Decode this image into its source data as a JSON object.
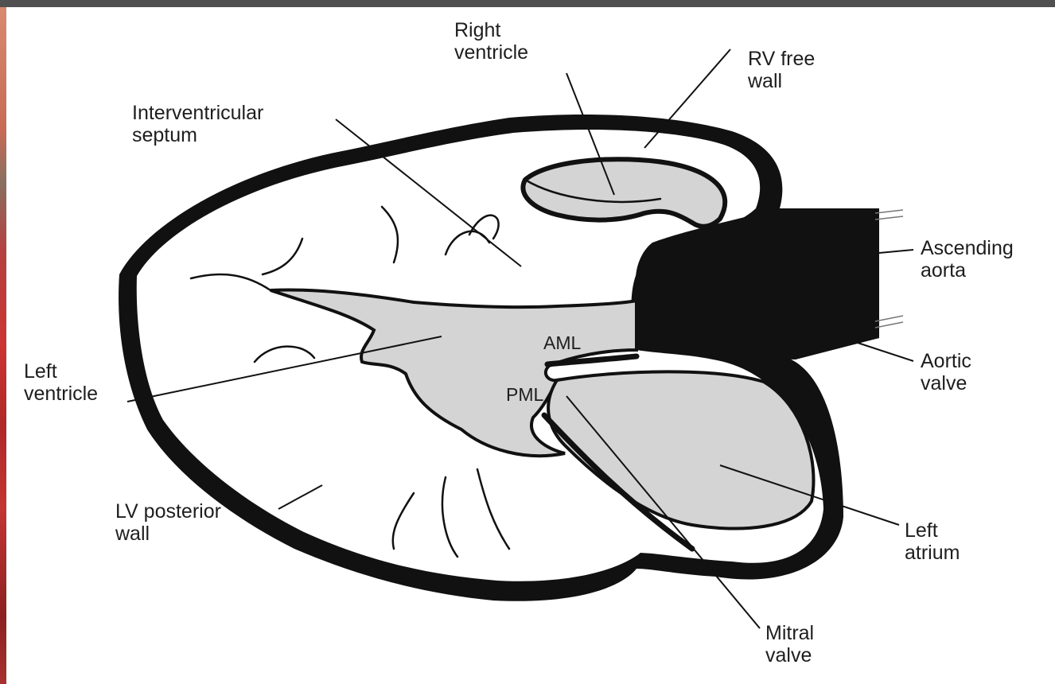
{
  "labels": {
    "right_ventricle": "Right\nventricle",
    "rv_free_wall": "RV free\nwall",
    "interventricular_septum": "Interventricular\nseptum",
    "ascending_aorta": "Ascending\naorta",
    "aortic_valve": "Aortic\nvalve",
    "left_ventricle": "Left\nventricle",
    "aml": "AML",
    "pml": "PML",
    "lv_posterior_wall": "LV posterior\nwall",
    "left_atrium": "Left\natrium",
    "mitral_valve": "Mitral\nvalve"
  },
  "colors": {
    "wall": "#111111",
    "chamber": "#d4d4d4",
    "myocardium": "#ffffff",
    "frame_top": "#505050"
  }
}
